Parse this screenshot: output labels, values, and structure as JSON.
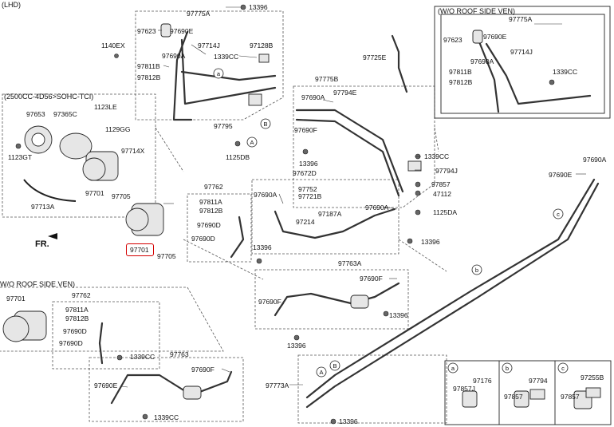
{
  "headers": {
    "lhd": "(LHD)",
    "wo_top": "(W/O ROOF SIDE VEN)",
    "engine": "(2500CC-4D56>SOHC-TCI)",
    "wo_bottom": "W/O ROOF SIDE VEN)"
  },
  "fr_label": "FR.",
  "highlight_part": "97701",
  "labels": {
    "l_13396_a": "13396",
    "l_97775A": "97775A",
    "l_97623": "97623",
    "l_97690E": "97690E",
    "l_1140EX": "1140EX",
    "l_97714J": "97714J",
    "l_97128B": "97128B",
    "l_97690A_a": "97690A",
    "l_1339CC_a": "1339CC",
    "l_97811B": "97811B",
    "l_97812B": "97812B",
    "l_97795": "97795",
    "l_1125DB": "1125DB",
    "l_97775B": "97775B",
    "l_97690A_b": "97690A",
    "l_97794E": "97794E",
    "l_97690F_a": "97690F",
    "l_13396_b": "13396",
    "l_97672D": "97672D",
    "l_1339CC_b": "1339CC",
    "l_97794J": "97794J",
    "l_97857_a": "97857",
    "l_47112": "47112",
    "l_1125DA": "1125DA",
    "l_97725E": "97725E",
    "l_97653": "97653",
    "l_97365C": "97365C",
    "l_1123LE": "1123LE",
    "l_1129GG": "1129GG",
    "l_1123GT": "1123GT",
    "l_97714X": "97714X",
    "l_97701_a": "97701",
    "l_97705_a": "97705",
    "l_97713A": "97713A",
    "l_97762_a": "97762",
    "l_97811A_a": "97811A",
    "l_97812B_b": "97812B",
    "l_97690D_a": "97690D",
    "l_97690D_b": "97690D",
    "l_13396_c": "13396",
    "l_97705_b": "97705",
    "l_97690A_c": "97690A",
    "l_97752": "97752",
    "l_97721B": "97721B",
    "l_97187A": "97187A",
    "l_97214": "97214",
    "l_97690A_d": "97690A",
    "l_13396_d": "13396",
    "l_97763A": "97763A",
    "l_97690F_b": "97690F",
    "l_97690F_c": "97690F",
    "l_13396_e": "13396",
    "l_13396_f": "13396",
    "l_97701_b": "97701",
    "l_97762_b": "97762",
    "l_97811A_b": "97811A",
    "l_97812B_c": "97812B",
    "l_97690D_c": "97690D",
    "l_97690D_d": "97690D",
    "l_1339CC_c": "1339CC",
    "l_97763": "97763",
    "l_97690F_d": "97690F",
    "l_97690E_b": "97690E",
    "l_1339CC_d": "1339CC",
    "l_97775A_b": "97775A",
    "l_97623_b": "97623",
    "l_97690E_c": "97690E",
    "l_97690A_e": "97690A",
    "l_97714J_b": "97714J",
    "l_97811B_b": "97811B",
    "l_97812B_d": "97812B",
    "l_1339CC_e": "1339CC",
    "l_97690A_f": "97690A",
    "l_97690E_d": "97690E",
    "l_97773A": "97773A",
    "l_13396_g": "13396",
    "l_97176": "97176",
    "l_97857J": "97857J",
    "l_97794": "97794",
    "l_97857_b": "97857",
    "l_97255B": "97255B",
    "l_97857_c": "97857"
  },
  "callouts": [
    "a",
    "b",
    "c",
    "A",
    "B"
  ],
  "colors": {
    "line": "#222222",
    "dash": "#555555",
    "highlight": "#d40000",
    "part_fill": "#e6e6e6"
  }
}
